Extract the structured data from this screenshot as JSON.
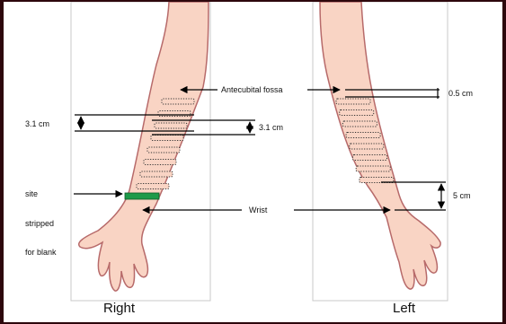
{
  "labels": {
    "antecubital_fossa": "Antecubital fossa",
    "wrist": "Wrist",
    "site": "site",
    "stripped": "stripped",
    "for_blank": "for blank",
    "right": "Right",
    "left": "Left"
  },
  "measurements": {
    "right_outer": "3.1 cm",
    "right_inner": "3.1 cm",
    "left_top": "0.5 cm",
    "left_bottom": "5 cm"
  },
  "colors": {
    "skin": "#f9d4c4",
    "skin_outline": "#b76a6a",
    "stripped_site": "#1e9a4a",
    "frame_border": "#2d070c"
  },
  "panels": {
    "right": {
      "test_sites": 8,
      "stripped_sites": 1
    },
    "left": {
      "test_sites": 8
    }
  }
}
